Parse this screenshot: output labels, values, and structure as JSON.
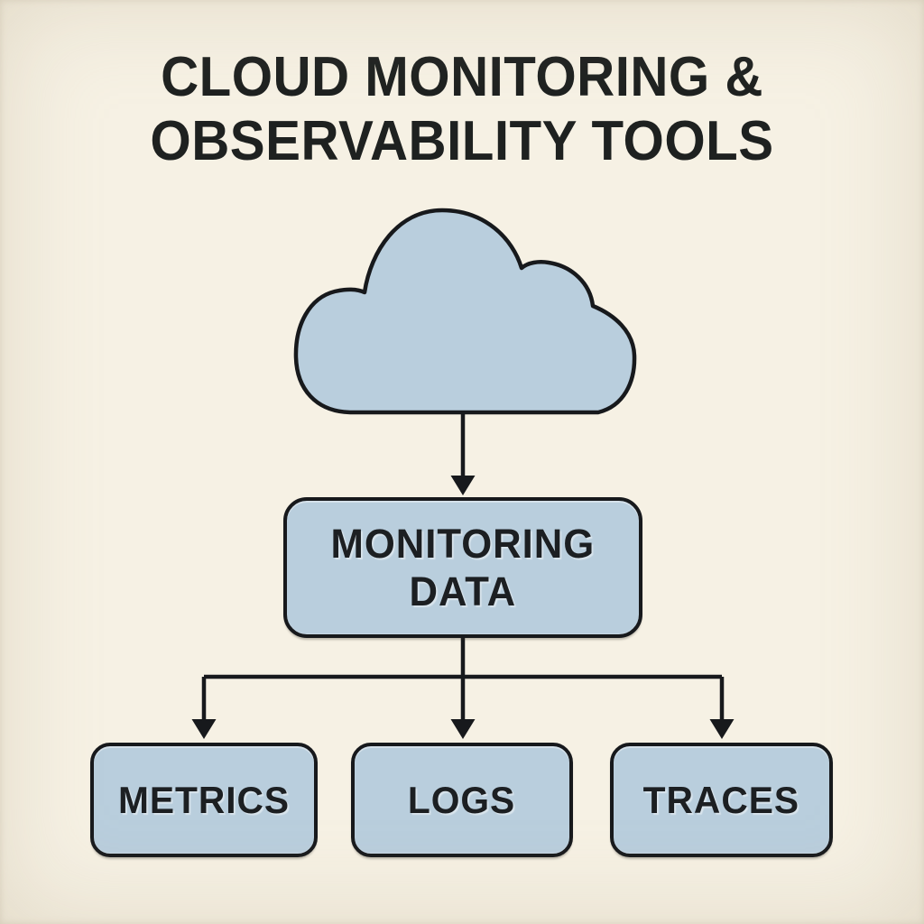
{
  "title": {
    "line1": "CLOUD MONITORING &",
    "line2": "OBSERVABILITY TOOLS"
  },
  "diagram": {
    "cloud": {
      "icon": "cloud-icon"
    },
    "nodes": [
      {
        "id": "monitoring-data",
        "label": "MONITORING DATA",
        "line1": "MONITORING",
        "line2": "DATA"
      },
      {
        "id": "metrics",
        "label": "METRICS"
      },
      {
        "id": "logs",
        "label": "LOGS"
      },
      {
        "id": "traces",
        "label": "TRACES"
      }
    ],
    "edges": [
      {
        "from": "cloud",
        "to": "monitoring-data"
      },
      {
        "from": "monitoring-data",
        "to": "metrics"
      },
      {
        "from": "monitoring-data",
        "to": "logs"
      },
      {
        "from": "monitoring-data",
        "to": "traces"
      }
    ]
  },
  "colors": {
    "background": "#f6f1e4",
    "node_fill": "#b9cedd",
    "outline": "#17191c",
    "text": "#1e2120"
  }
}
